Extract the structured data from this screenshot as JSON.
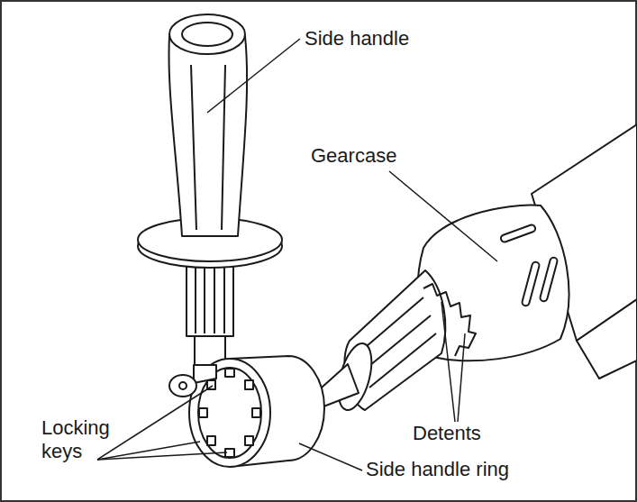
{
  "diagram": {
    "labels": [
      "Side handle",
      "Gearcase",
      "Locking keys",
      "Detents",
      "Side handle ring"
    ]
  }
}
